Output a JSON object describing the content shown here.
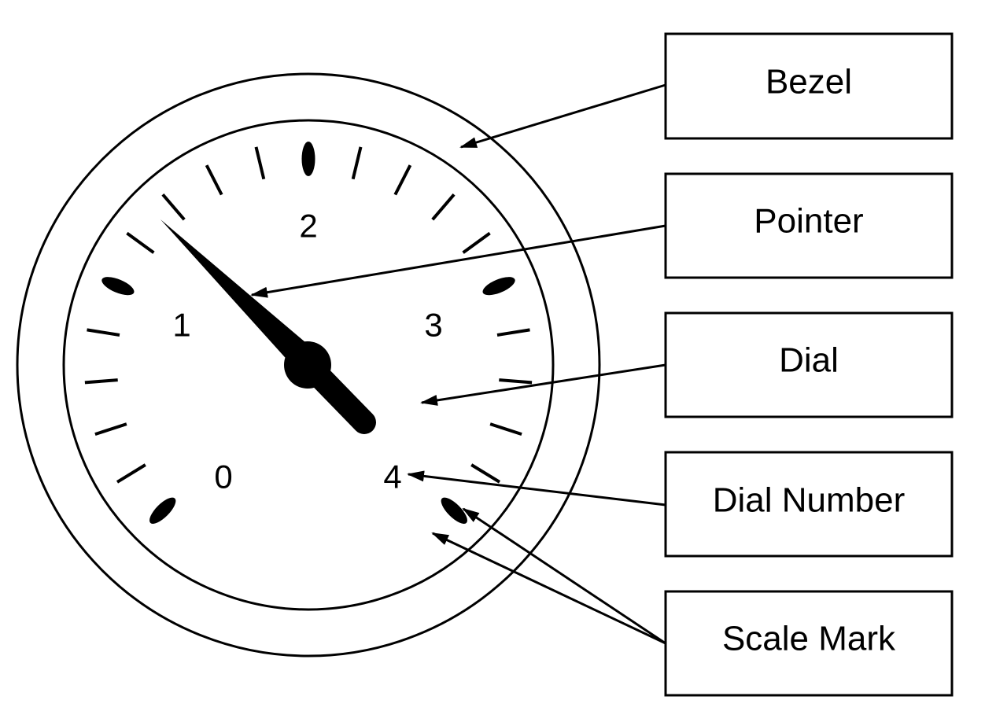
{
  "gauge": {
    "dial_numbers": [
      "0",
      "1",
      "2",
      "3",
      "4"
    ]
  },
  "callouts": {
    "bezel": "Bezel",
    "pointer": "Pointer",
    "dial": "Dial",
    "dial_number": "Dial Number",
    "scale_mark": "Scale Mark"
  }
}
